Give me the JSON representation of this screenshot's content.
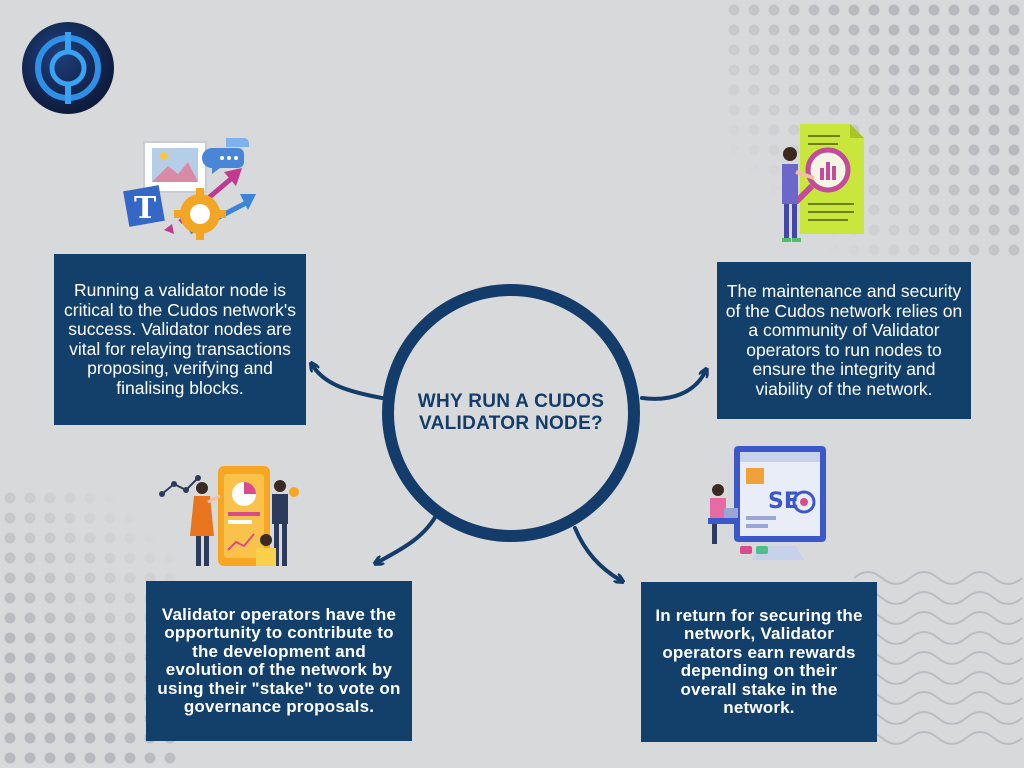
{
  "center": {
    "title": "WHY RUN A CUDOS VALIDATOR NODE?"
  },
  "boxes": {
    "top_left": "Running a validator node is critical to the Cudos network's success. Validator nodes are vital for relaying transactions proposing, verifying and finalising blocks.",
    "top_right": "The maintenance and security of the Cudos network relies on a community of Validator operators to run nodes to ensure the integrity and viability of the network.",
    "bottom_left": "Validator operators have the opportunity to contribute to the development and evolution of the network by using their \"stake\" to vote on governance proposals.",
    "bottom_right": "In return for securing the network, Validator operators earn rewards depending on their overall stake in the network."
  },
  "illustrations": {
    "top_left": {
      "letter": "T",
      "icon": "media-gear-icon"
    },
    "top_right": {
      "icon": "magnifier-analysis-icon"
    },
    "bottom_left": {
      "icon": "team-dashboard-icon"
    },
    "bottom_right": {
      "letters": "SE",
      "icon": "seo-monitor-icon"
    }
  },
  "logo": {
    "icon": "cudos-logo-icon"
  },
  "colors": {
    "background": "#d8d9db",
    "navy": "#133c6a",
    "box": "#12406b",
    "text_on_box": "#ffffff"
  }
}
